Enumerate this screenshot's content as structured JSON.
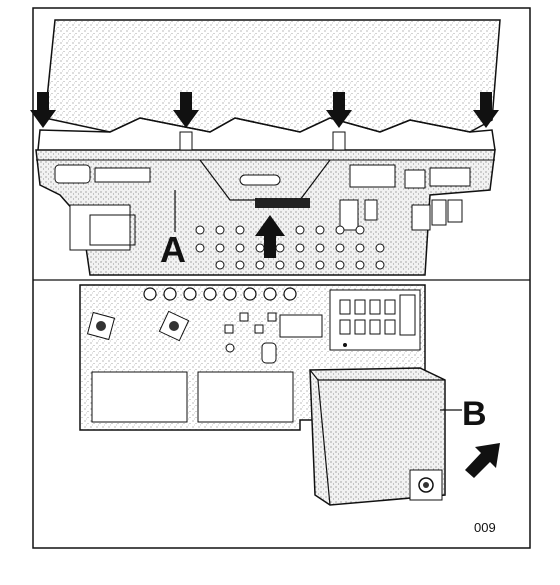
{
  "figure": {
    "callouts": {
      "a": "A",
      "b": "B"
    },
    "figure_number": "009"
  },
  "colors": {
    "ink": "#111111",
    "paper": "#ffffff",
    "shade": "#d9d9d9",
    "speckle": "#8a8a8a"
  },
  "icons": [
    "down-arrow-icon",
    "up-arrow-icon",
    "diagonal-arrow-icon",
    "screw-icon"
  ]
}
